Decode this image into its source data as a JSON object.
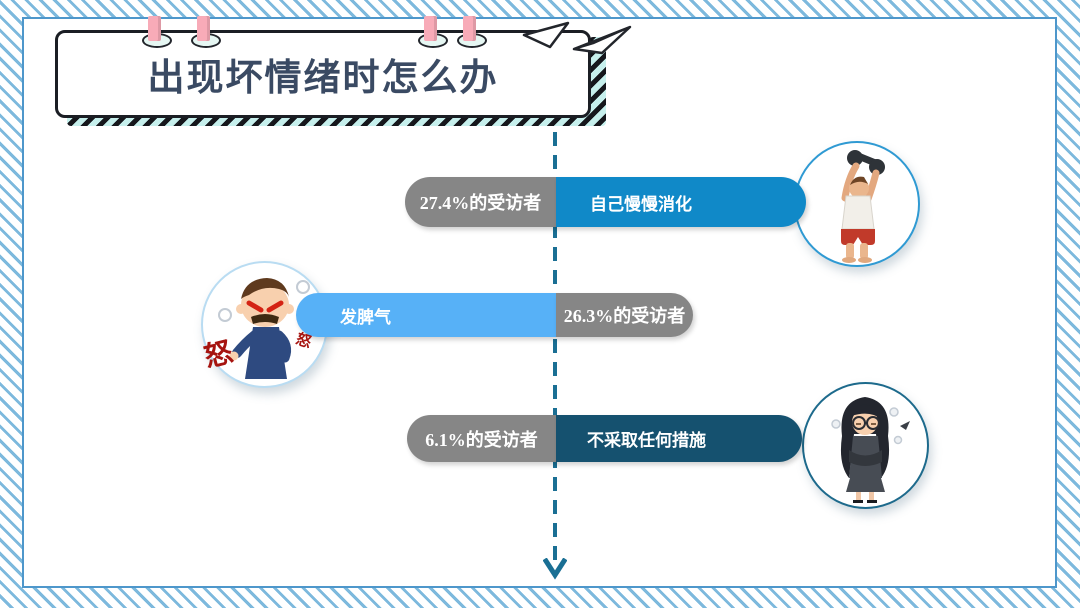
{
  "slide": {
    "title": "出现坏情绪时怎么办"
  },
  "rows": [
    {
      "id": "digest",
      "percent_label": "27.4%的受访者",
      "answer_label": "自己慢慢消化",
      "illustration": "weightlifter-icon",
      "circle_side": "right"
    },
    {
      "id": "temper",
      "percent_label": "26.3%的受访者",
      "answer_label": "发脾气",
      "illustration": "angry-man-icon",
      "circle_side": "left"
    },
    {
      "id": "no-action",
      "percent_label": "6.1%的受访者",
      "answer_label": "不采取任何措施",
      "illustration": "thinking-woman-icon",
      "circle_side": "right"
    }
  ],
  "decorations": {
    "anger_character": "怒"
  },
  "colors": {
    "bar_blue": "#1089c8",
    "bar_light_blue": "#57b1f7",
    "bar_dark_teal": "#15516f",
    "bar_gray": "#868686",
    "dashed_line": "#1a6f94",
    "title_text": "#3a4a63",
    "pin_pink": "#f8abb8",
    "stripe_blue": "#7db9dd",
    "shadow_mint": "#c6efec",
    "panel_border": "#4e97cb",
    "circle_border_1": "#2f9ad3",
    "circle_border_2": "#b9dcf2",
    "circle_border_3": "#1d6a8c"
  },
  "chart_data": {
    "type": "bar",
    "orientation": "horizontal",
    "title": "出现坏情绪时怎么办",
    "categories": [
      "自己慢慢消化",
      "发脾气",
      "不采取任何措施"
    ],
    "values": [
      27.4,
      26.3,
      6.1
    ],
    "value_labels": [
      "27.4%的受访者",
      "26.3%的受访者",
      "6.1%的受访者"
    ],
    "value_suffix": "%的受访者",
    "xlim": [
      0,
      30
    ],
    "legend": "none",
    "grid": false
  }
}
